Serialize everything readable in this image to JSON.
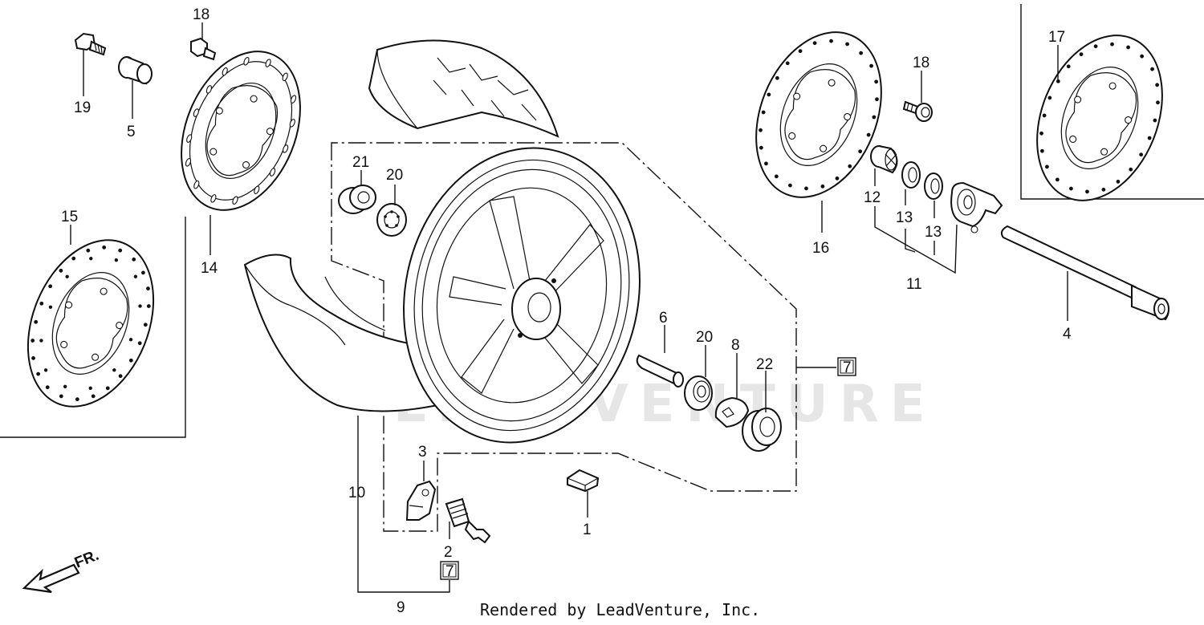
{
  "diagram": {
    "watermark": "LEADVENTURE",
    "direction_label": "FR.",
    "footer": "Rendered by LeadVenture, Inc.",
    "callouts": {
      "c18a": "18",
      "c19": "19",
      "c5": "5",
      "c15": "15",
      "c14": "14",
      "c21": "21",
      "c20a": "20",
      "c10": "10",
      "c3": "3",
      "c2": "2",
      "c9": "9",
      "c1": "1",
      "c6": "6",
      "c20b": "20",
      "c8": "8",
      "c22": "22",
      "c16": "16",
      "c18b": "18",
      "c12": "12",
      "c13a": "13",
      "c13b": "13",
      "c11": "11",
      "c4": "4",
      "c17": "17"
    },
    "boxed": {
      "b7a": "7",
      "b7b": "7"
    }
  }
}
